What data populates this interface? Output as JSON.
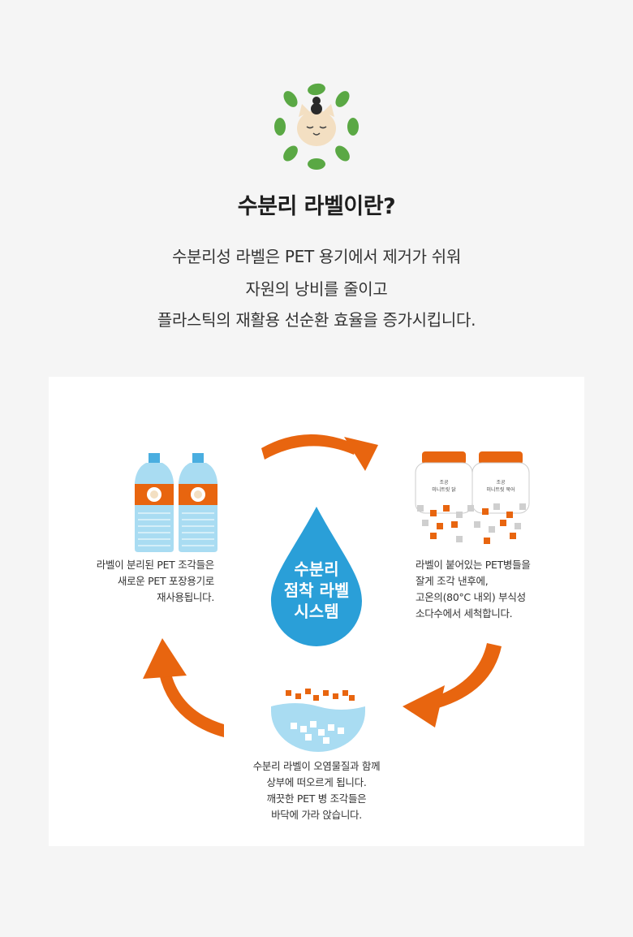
{
  "header": {
    "title": "수분리 라벨이란?",
    "description": [
      "수분리성 라벨은 PET 용기에서 제거가 쉬워",
      "자원의 낭비를 줄이고",
      "플라스틱의 재활용 선순환 효율을 증가시킵니다."
    ]
  },
  "center": {
    "lines": [
      "수분리",
      "점착 라벨",
      "시스템"
    ]
  },
  "steps": {
    "left": [
      "라벨이 분리된 PET 조각들은",
      "새로운 PET 포장용기로",
      "재사용됩니다."
    ],
    "right": [
      "라벨이 붙어있는 PET병들을",
      "잘게 조각 낸후에,",
      "고온의(80°C 내외) 부식성",
      "소다수에서 세척합니다."
    ],
    "bottom": [
      "수분리 라벨이 오염물질과 함께",
      "상부에 떠오르게 됩니다.",
      "깨끗한 PET 병 조각들은",
      "바닥에 가라 앉습니다."
    ]
  },
  "products": {
    "jar1": {
      "line1": "조공",
      "line2": "미니트릿 닭"
    },
    "jar2": {
      "line1": "조공",
      "line2": "미니트릿 북어"
    }
  },
  "colors": {
    "orange": "#e8650f",
    "blue": "#2a9fd8",
    "leaf": "#5aa844",
    "bottle": "#a9dcf2"
  }
}
